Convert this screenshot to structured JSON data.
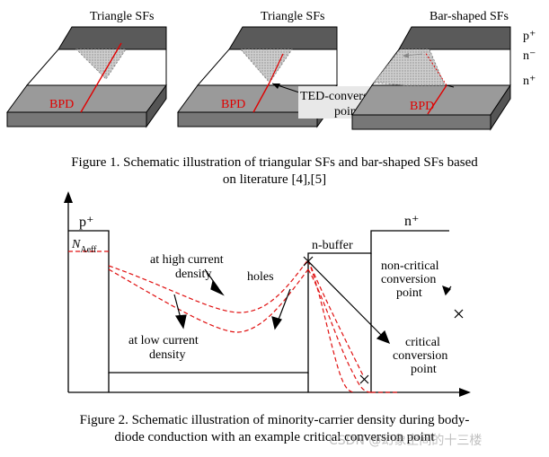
{
  "figure1": {
    "panels": [
      {
        "title": "Triangle SFs",
        "bpd": "BPD"
      },
      {
        "title": "Triangle SFs",
        "bpd": "BPD"
      },
      {
        "title": "Bar-shaped SFs",
        "bpd": "BPD"
      }
    ],
    "layer_labels": {
      "top": "p⁺",
      "middle": "n⁻",
      "bottom": "n⁺"
    },
    "ted_label_line1": "TED-conversion",
    "ted_label_line2": "point",
    "caption_line1": "Figure 1. Schematic illustration of triangular SFs and bar-shaped SFs based",
    "caption_line2": "on literature [4],[5]"
  },
  "figure2": {
    "p_label": "p⁺",
    "n_aeff": "N",
    "n_aeff_sub": "Aeff",
    "high_current_line1": "at high current",
    "high_current_line2": "density",
    "holes": "holes",
    "n_buffer": "n-buffer",
    "n_plus": "n⁺",
    "low_current_line1": "at low current",
    "low_current_line2": "density",
    "noncritical_line1": "non-critical",
    "noncritical_line2": "conversion",
    "noncritical_line3": "point",
    "critical_line1": "critical",
    "critical_line2": "conversion",
    "critical_line3": "point",
    "caption_line1": "Figure 2. Schematic illustration of minority-carrier density during body-",
    "caption_line2": "diode conduction with an example critical conversion point"
  },
  "watermark": "CSDN @幻象空间的十三楼",
  "colors": {
    "bpd_red": "#e00000",
    "curve_red": "#e01010",
    "dark_gray": "#7a7a7a",
    "top_gray": "#5a5a5a"
  }
}
